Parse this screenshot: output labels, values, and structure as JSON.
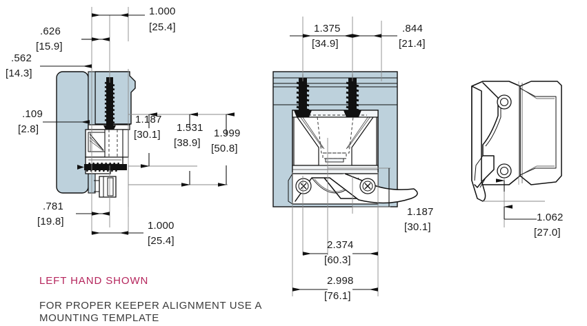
{
  "drawing": {
    "title_notes": {
      "hand_note": "LEFT HAND SHOWN",
      "alignment_note_line1": "FOR PROPER KEEPER ALIGNMENT USE A",
      "alignment_note_line2": "MOUNTING TEMPLATE"
    },
    "colors": {
      "pink_note": "#b5255c",
      "dark_note": "#3a3a3a",
      "frame_fill": "#bdd1dc",
      "line": "#111111",
      "extension_line": "#8a8a8a"
    },
    "views": [
      {
        "name": "section-view-left",
        "label": "Section side view with frame, keeper and fasteners"
      },
      {
        "name": "front-view-middle",
        "label": "Front elevation view with two mounting screws"
      },
      {
        "name": "profile-view-right",
        "label": "Keeper profile isometric-style view"
      }
    ],
    "dimensions": {
      "left_view": [
        {
          "id": "d_1000_top",
          "inch": "1.000",
          "mm": "[25.4]"
        },
        {
          "id": "d_626",
          "inch": ".626",
          "mm": "[15.9]"
        },
        {
          "id": "d_562",
          "inch": ".562",
          "mm": "[14.3]"
        },
        {
          "id": "d_109",
          "inch": ".109",
          "mm": "[2.8]"
        },
        {
          "id": "d_1187_left",
          "inch": "1.187",
          "mm": "[30.1]"
        },
        {
          "id": "d_1531",
          "inch": "1.531",
          "mm": "[38.9]"
        },
        {
          "id": "d_1999",
          "inch": "1.999",
          "mm": "[50.8]"
        },
        {
          "id": "d_781",
          "inch": ".781",
          "mm": "[19.8]"
        },
        {
          "id": "d_1000_bottom",
          "inch": "1.000",
          "mm": "[25.4]"
        }
      ],
      "middle_view": [
        {
          "id": "d_1375",
          "inch": "1.375",
          "mm": "[34.9]"
        },
        {
          "id": "d_844",
          "inch": ".844",
          "mm": "[21.4]"
        },
        {
          "id": "d_1187_mid",
          "inch": "1.187",
          "mm": "[30.1]"
        },
        {
          "id": "d_2374",
          "inch": "2.374",
          "mm": "[60.3]"
        },
        {
          "id": "d_2998",
          "inch": "2.998",
          "mm": "[76.1]"
        }
      ],
      "right_view": [
        {
          "id": "d_1062",
          "inch": "1.062",
          "mm": "[27.0]"
        }
      ]
    }
  }
}
